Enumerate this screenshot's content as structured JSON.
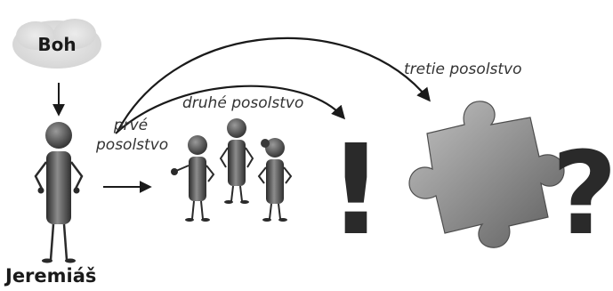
{
  "god": {
    "label": "Boh"
  },
  "prophet": {
    "label": "Jeremiáš"
  },
  "messages": {
    "first_line1": "prvé",
    "first_line2": "posolstvo",
    "second": "druhé posolstvo",
    "third": "tretie posolstvo"
  },
  "symbols": {
    "exclamation": "!",
    "question": "?"
  },
  "colors": {
    "cloud_fill": "#dedede",
    "figure_dark": "#3d3d3d",
    "figure_mid": "#707070",
    "arrow": "#1a1a1a",
    "puzzle": "#8a8a8a"
  }
}
